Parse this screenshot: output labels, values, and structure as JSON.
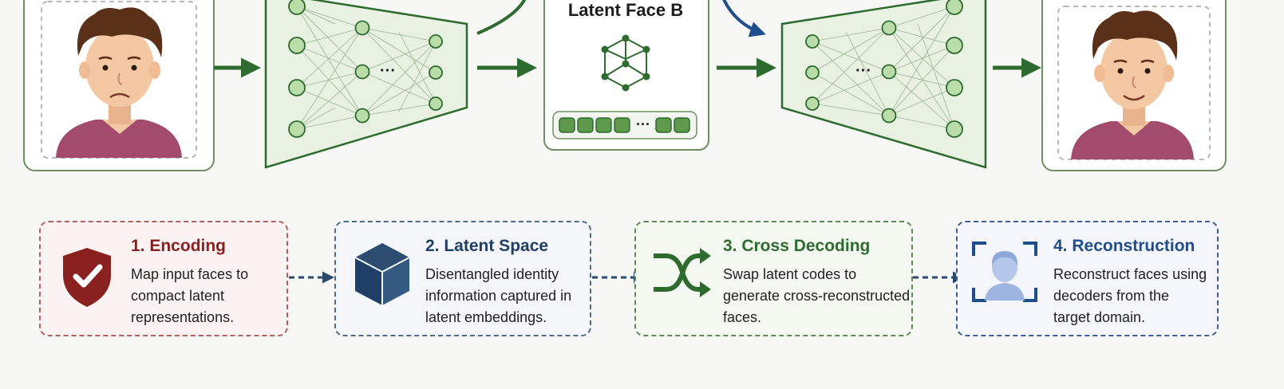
{
  "latent_label": "Latent Face B",
  "ellipsis": "···",
  "colors": {
    "green_dark": "#2e6b2f",
    "green_fill": "#e8f1e2",
    "green_node": "#b9dca8",
    "blue": "#1f4e8c",
    "red": "#8b2020",
    "skin": "#f4c8a3",
    "hair": "#5a3018",
    "shirt": "#a24b6c"
  },
  "steps": [
    {
      "title": "1. Encoding",
      "description": "Map input faces to\ncompact latent\nrepresentations.",
      "icon": "shield-check-icon",
      "color": "#8b2020"
    },
    {
      "title": "2. Latent Space",
      "description": "Disentangled identity\ninformation captured in\nlatent embeddings.",
      "icon": "cube-icon",
      "color": "#1f3f66"
    },
    {
      "title": "3. Cross Decoding",
      "description": "Swap latent codes to\ngenerate cross-reconstructed\nfaces.",
      "icon": "shuffle-icon",
      "color": "#2e6b2f"
    },
    {
      "title": "4. Reconstruction",
      "description": "Reconstruct faces using\ndecoders from the\ntarget domain.",
      "icon": "face-scan-icon",
      "color": "#1f4e8c"
    }
  ]
}
